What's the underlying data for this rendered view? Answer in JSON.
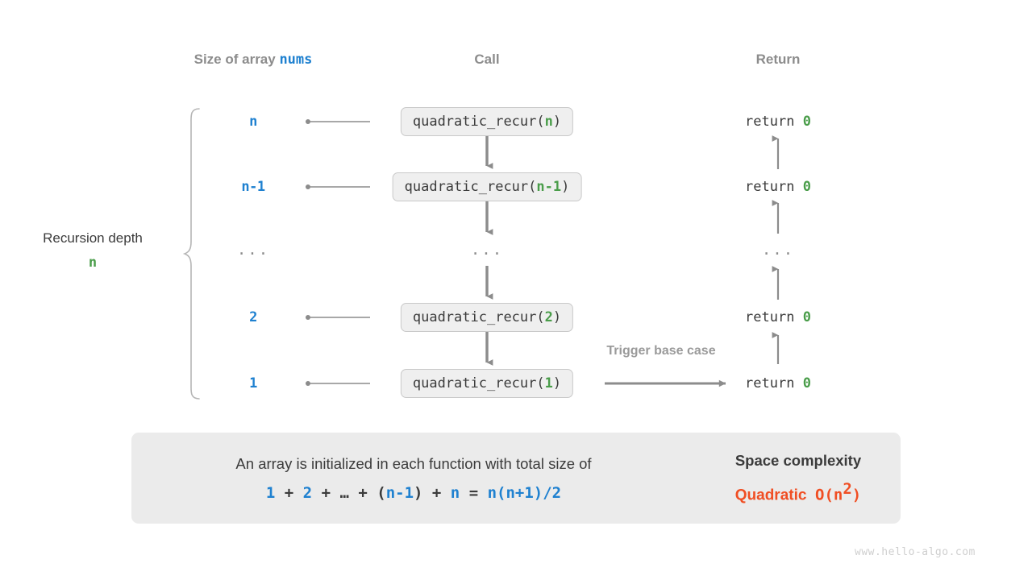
{
  "headers": {
    "size": "Size of array ",
    "size_mono": "nums",
    "call": "Call",
    "return": "Return"
  },
  "depth": {
    "title": "Recursion depth",
    "value": "n"
  },
  "rows": [
    {
      "size": "n",
      "call_prefix": "quadratic_recur(",
      "call_arg": "n",
      "call_suffix": ")",
      "ret_text": "return ",
      "ret_value": "0"
    },
    {
      "size": "n-1",
      "call_prefix": "quadratic_recur(",
      "call_arg": "n-1",
      "call_suffix": ")",
      "ret_text": "return ",
      "ret_value": "0"
    },
    {
      "size": "...",
      "call_prefix": "...",
      "call_arg": "",
      "call_suffix": "",
      "ret_text": "...",
      "ret_value": ""
    },
    {
      "size": "2",
      "call_prefix": "quadratic_recur(",
      "call_arg": "2",
      "call_suffix": ")",
      "ret_text": "return ",
      "ret_value": "0"
    },
    {
      "size": "1",
      "call_prefix": "quadratic_recur(",
      "call_arg": "1",
      "call_suffix": ")",
      "ret_text": "return ",
      "ret_value": "0"
    }
  ],
  "trigger_label": "Trigger base case",
  "summary": {
    "text": "An array is initialized in each function with total size of",
    "formula_parts": [
      {
        "t": "1",
        "blue": true
      },
      {
        "t": " + ",
        "blue": false
      },
      {
        "t": "2",
        "blue": true
      },
      {
        "t": " + ",
        "blue": false
      },
      {
        "t": "…",
        "blue": false
      },
      {
        "t": " + ",
        "blue": false
      },
      {
        "t": "(",
        "blue": false
      },
      {
        "t": "n-1",
        "blue": true
      },
      {
        "t": ")",
        "blue": false
      },
      {
        "t": " + ",
        "blue": false
      },
      {
        "t": "n",
        "blue": true
      },
      {
        "t": " = ",
        "blue": false
      },
      {
        "t": "n(n+1)/2",
        "blue": true
      }
    ],
    "complexity_title": "Space complexity",
    "complexity_kind": "Quadratic",
    "complexity_bigo": "O(n",
    "complexity_exp": "2",
    "complexity_bigo_close": ")"
  },
  "watermark": "www.hello-algo.com",
  "colors": {
    "blue": "#1f81d0",
    "green": "#4a9d4a",
    "orange": "#f04e23",
    "gray_text": "#8c8c8c",
    "dark_text": "#3b3b3b",
    "box_fill": "#efefef",
    "box_border": "#c9c9c9",
    "panel_fill": "#ebebeb",
    "arrow": "#8c8c8c"
  }
}
